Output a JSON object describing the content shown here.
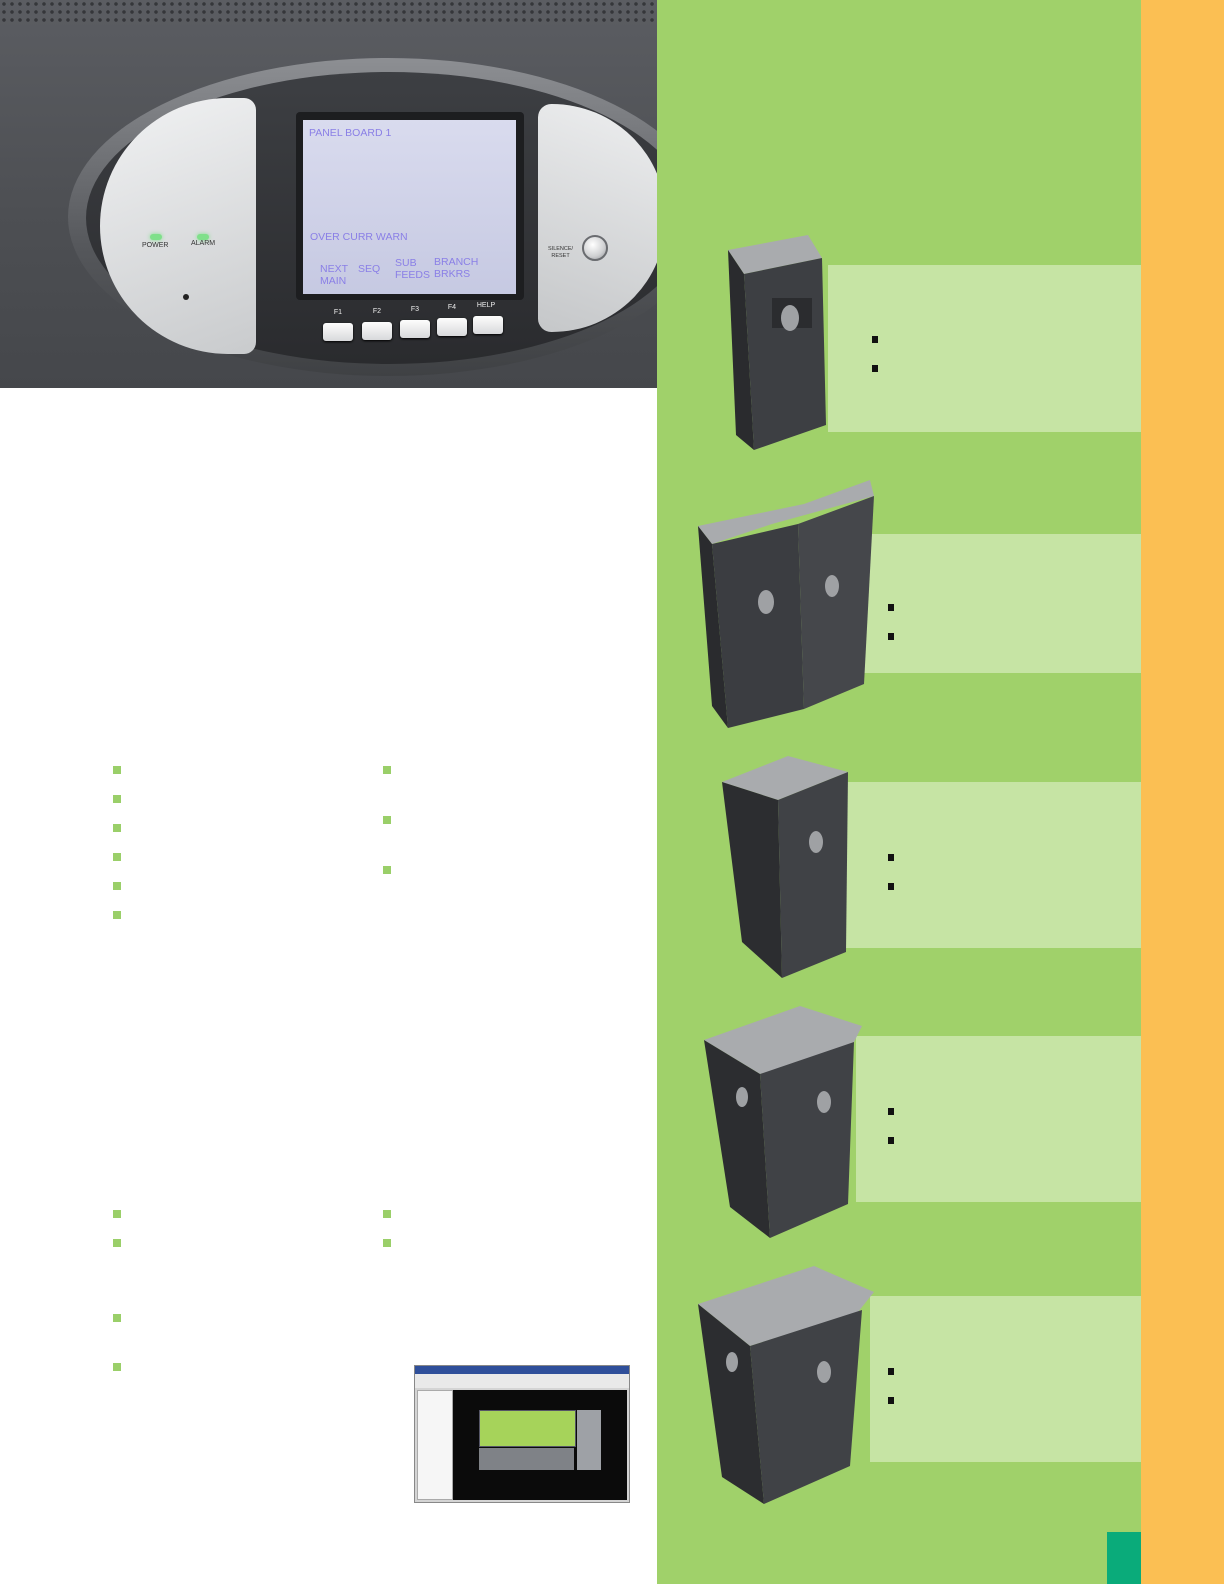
{
  "control_panel": {
    "led_labels": [
      "POWER",
      "ALARM"
    ],
    "screen": {
      "title": "PANEL BOARD 1",
      "status": "OVER CURR WARN",
      "softkey_labels": [
        {
          "line1": "NEXT",
          "line2": "MAIN"
        },
        {
          "line1": "",
          "line2": "SEQ"
        },
        {
          "line1": "SUB",
          "line2": "FEEDS"
        },
        {
          "line1": "BRANCH",
          "line2": "BRKRS"
        }
      ]
    },
    "function_keys": [
      "F1",
      "F2",
      "F3",
      "F4",
      "HELP"
    ],
    "reset_label_line1": "SILENCE/",
    "reset_label_line2": "RESET"
  },
  "colors": {
    "green_panel": "#a0d16a",
    "light_green_band": "#c6e4a4",
    "orange_strip": "#fbbf53",
    "bullet_green": "#9acf69",
    "page_marker": "#0aab7a"
  }
}
